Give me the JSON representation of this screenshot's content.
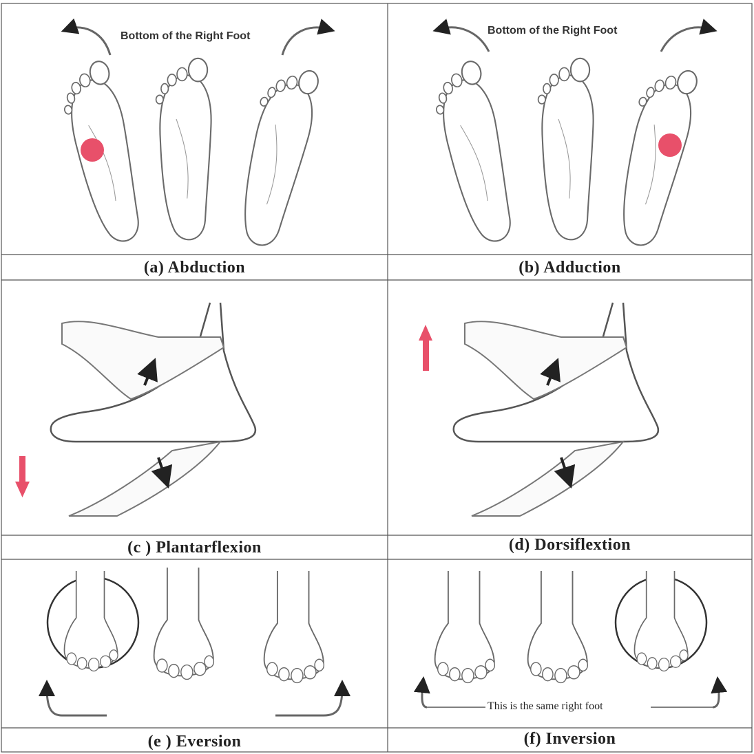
{
  "panels": [
    {
      "id": "a",
      "caption": "(a)  Abduction",
      "header": "Bottom of the Right Foot"
    },
    {
      "id": "b",
      "caption": "(b) Adduction",
      "header": "Bottom of the Right Foot"
    },
    {
      "id": "c",
      "caption": "(c ) Plantarflexion"
    },
    {
      "id": "d",
      "caption": "(d) Dorsiflextion"
    },
    {
      "id": "e",
      "caption": "(e ) Eversion"
    },
    {
      "id": "f",
      "caption": "(f) Inversion",
      "note": "This is the same right foot"
    }
  ],
  "colors": {
    "highlight": "#e8506a",
    "line": "#555555",
    "sketch": "#6a6a6a"
  }
}
